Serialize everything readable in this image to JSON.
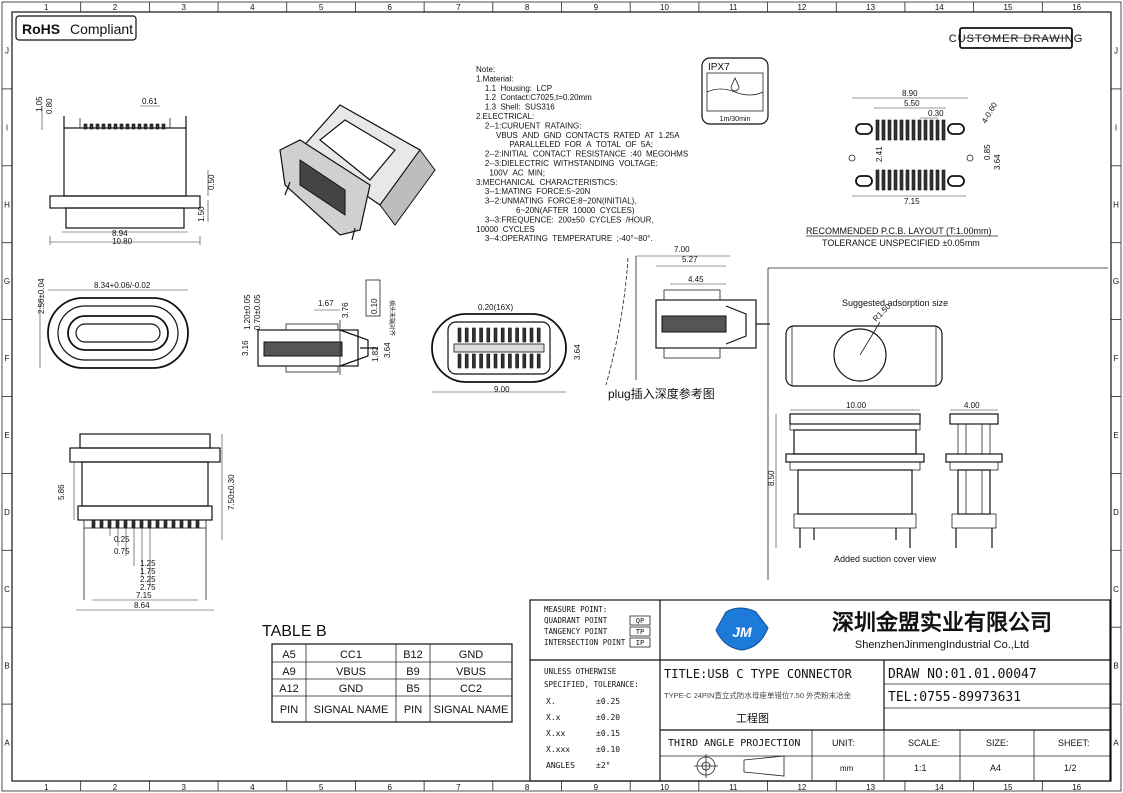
{
  "header": {
    "rohs": "RoHS",
    "rohs_compliant": "Compliant",
    "customer_drawing": "CUSTOMER DRAWING"
  },
  "frame": {
    "cols": [
      "1",
      "2",
      "3",
      "4",
      "5",
      "6",
      "7",
      "8",
      "9",
      "10",
      "11",
      "12",
      "13",
      "14",
      "15",
      "16"
    ],
    "rows": [
      "J",
      "I",
      "H",
      "G",
      "F",
      "E",
      "D",
      "C",
      "B",
      "A"
    ]
  },
  "notes": {
    "lines": [
      "Note:",
      "1.Material:",
      "    1.1  Housing:  LCP",
      "    1.2  Contact:C7025,t=0.20mm",
      "    1.3  Shell:  SUS316",
      "2.ELECTRICAL:",
      "    2--1:CURUENT  RATAING:",
      "         VBUS  AND  GND  CONTACTS  RATED  AT  1.25A",
      "               PARALLELED  FOR  A  TOTAL  OF  5A;",
      "    2--2:INITIAL  CONTACT  RESISTANCE  :40  MEGOHMS",
      "    2--3:DIELECTRIC  WITHSTANDING  VOLTAGE:",
      "      100V  AC  MIN;",
      "3:MECHANICAL  CHARACTERISTICS:",
      "    3--1:MATING  FORCE:5~20N",
      "    3--2:UNMATING  FORCE:8~20N(INITIAL),",
      "                  6~20N(AFTER  10000  CYCLES)",
      "    3--3:FREQUENCE:  200±50  CYCLES  /HOUR,",
      "10000  CYCLES",
      "    3--4:OPERATING  TEMPERATURE  ;-40°~80°."
    ]
  },
  "ipx": {
    "label": "IPX7",
    "spec": "1m/30min"
  },
  "pcb": {
    "caption": "RECOMMENDED    P.C.B.  LAYOUT  (T:1.00mm)",
    "tolerance": "TOLERANCE  UNSPECIFIED  ±0.05mm",
    "dims": [
      "8.90",
      "5.50",
      "0.30",
      "4-0.60",
      "0.85",
      "3.64",
      "2.41",
      "7.15"
    ]
  },
  "views": {
    "top_dims": [
      "0.61",
      "1.05",
      "0.80",
      "0.50",
      "1.50",
      "8.94",
      "10.80"
    ],
    "front_dims": [
      "8.34+0.06/-0.02",
      "2.56±0.04"
    ],
    "side_dims": [
      "1.67",
      "3.76",
      "1.20±0.05",
      "0.70±0.05",
      "3.16",
      "1.82",
      "3.64",
      "0.10"
    ],
    "side_note": "插头末端对齐",
    "section_dims": [
      "0.20(16X)",
      "3.64",
      "9.00"
    ],
    "plug_dims": [
      "7.00",
      "5.27",
      "4.45"
    ],
    "plug_caption": "plug插入深度参考图",
    "bottom_dims": [
      "5.86",
      "7.50±0.30",
      "0.25",
      "0.75",
      "1.25",
      "1.75",
      "2.25",
      "2.75",
      "7.15",
      "8.64"
    ],
    "suction_label": "Suggested adsorption size",
    "suction_dim": "R1.50",
    "suction_dims": [
      "10.00",
      "4.00",
      "8.50"
    ],
    "suction_caption": "Added suction cover view"
  },
  "table_b": {
    "title": "TABLE  B",
    "rows": [
      [
        "A5",
        "CC1",
        "B12",
        "GND"
      ],
      [
        "A9",
        "VBUS",
        "B9",
        "VBUS"
      ],
      [
        "A12",
        "GND",
        "B5",
        "CC2"
      ],
      [
        "PIN",
        "SIGNAL NAME",
        "PIN",
        "SIGNAL NAME"
      ]
    ]
  },
  "title_block": {
    "measure": [
      "MEASURE POINT:",
      "QUADRANT POINT",
      "TANGENCY POINT",
      "INTERSECTION POINT"
    ],
    "measure_codes": [
      "QP",
      "TP",
      "IP"
    ],
    "tolerance_head": [
      "UNLESS OTHERWISE",
      "SPECIFIED,  TOLERANCE:"
    ],
    "tolerances": [
      [
        "X.",
        "±0.25"
      ],
      [
        "X.x",
        "±0.20"
      ],
      [
        "X.xx",
        "±0.15"
      ],
      [
        "X.xxx",
        "±0.10"
      ],
      [
        "ANGLES",
        "±2°"
      ]
    ],
    "company_cn": "深圳金盟实业有限公司",
    "company_en": "ShenzhenJinmengIndustrial Co.,Ltd",
    "title": "TITLE:USB C TYPE CONNECTOR",
    "subtitle": "TYPE-C 24PIN直立式防水母座单错位7.50 外壳粉末冶金",
    "eng_drawing": "工程图",
    "draw_no": "DRAW NO:01.01.00047",
    "tel": "TEL:0755-89973631",
    "projection": "THIRD ANGLE PROJECTION",
    "unit_label": "UNIT:",
    "unit": "mm",
    "scale_label": "SCALE:",
    "scale": "1:1",
    "size_label": "SIZE:",
    "size": "A4",
    "sheet_label": "SHEET:",
    "sheet": "1/2"
  }
}
